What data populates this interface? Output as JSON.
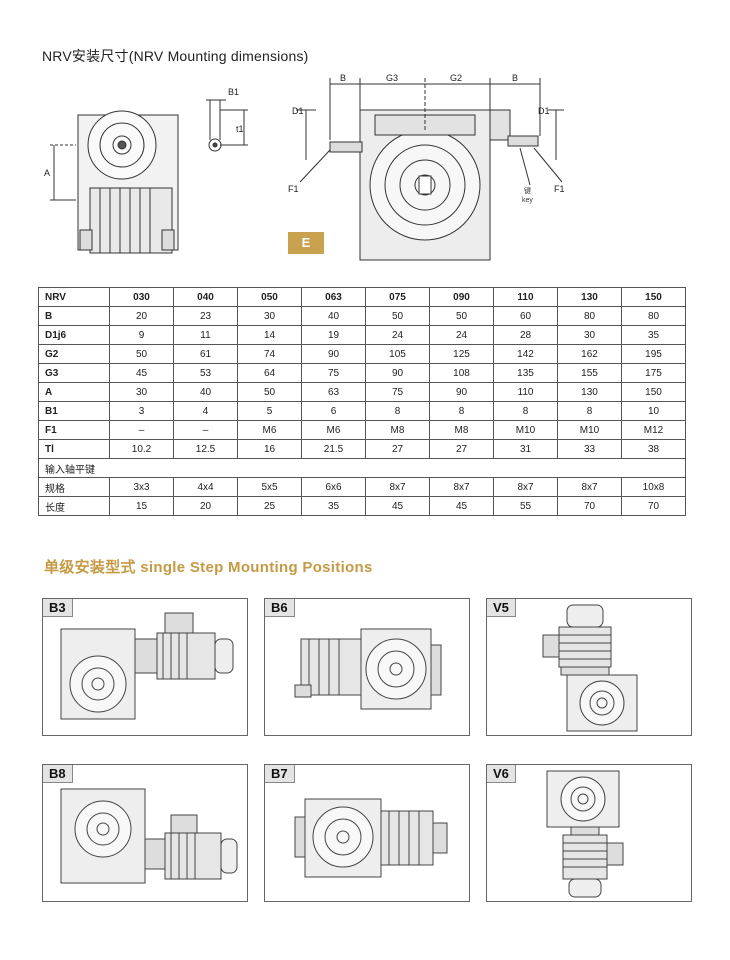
{
  "title": "NRV安装尺寸(NRV Mounting dimensions)",
  "drawing": {
    "dim_a": "A",
    "dim_b1": "B1",
    "dim_t1": "t1",
    "dim_b": "B",
    "dim_g3": "G3",
    "dim_g2": "G2",
    "dim_d1": "D1",
    "dim_f1": "F1",
    "key_cn": "键",
    "key_en": "key",
    "badge": "E"
  },
  "table": {
    "header": [
      "NRV",
      "030",
      "040",
      "050",
      "063",
      "075",
      "090",
      "110",
      "130",
      "150"
    ],
    "rows": [
      [
        "B",
        "20",
        "23",
        "30",
        "40",
        "50",
        "50",
        "60",
        "80",
        "80"
      ],
      [
        "D1j6",
        "9",
        "11",
        "14",
        "19",
        "24",
        "24",
        "28",
        "30",
        "35"
      ],
      [
        "G2",
        "50",
        "61",
        "74",
        "90",
        "105",
        "125",
        "142",
        "162",
        "195"
      ],
      [
        "G3",
        "45",
        "53",
        "64",
        "75",
        "90",
        "108",
        "135",
        "155",
        "175"
      ],
      [
        "A",
        "30",
        "40",
        "50",
        "63",
        "75",
        "90",
        "110",
        "130",
        "150"
      ],
      [
        "B1",
        "3",
        "4",
        "5",
        "6",
        "8",
        "8",
        "8",
        "8",
        "10"
      ],
      [
        "F1",
        "–",
        "–",
        "M6",
        "M6",
        "M8",
        "M8",
        "M10",
        "M10",
        "M12"
      ],
      [
        "Tl",
        "10.2",
        "12.5",
        "16",
        "21.5",
        "27",
        "27",
        "31",
        "33",
        "38"
      ]
    ],
    "section_label": "输入轴平键",
    "sub_rows": [
      [
        "规格",
        "3x3",
        "4x4",
        "5x5",
        "6x6",
        "8x7",
        "8x7",
        "8x7",
        "8x7",
        "10x8"
      ],
      [
        "长度",
        "15",
        "20",
        "25",
        "35",
        "45",
        "45",
        "55",
        "70",
        "70"
      ]
    ]
  },
  "positions_title": "单级安装型式 single Step Mounting Positions",
  "positions": [
    {
      "label": "B3"
    },
    {
      "label": "B6"
    },
    {
      "label": "V5"
    },
    {
      "label": "B8"
    },
    {
      "label": "B7"
    },
    {
      "label": "V6"
    }
  ]
}
